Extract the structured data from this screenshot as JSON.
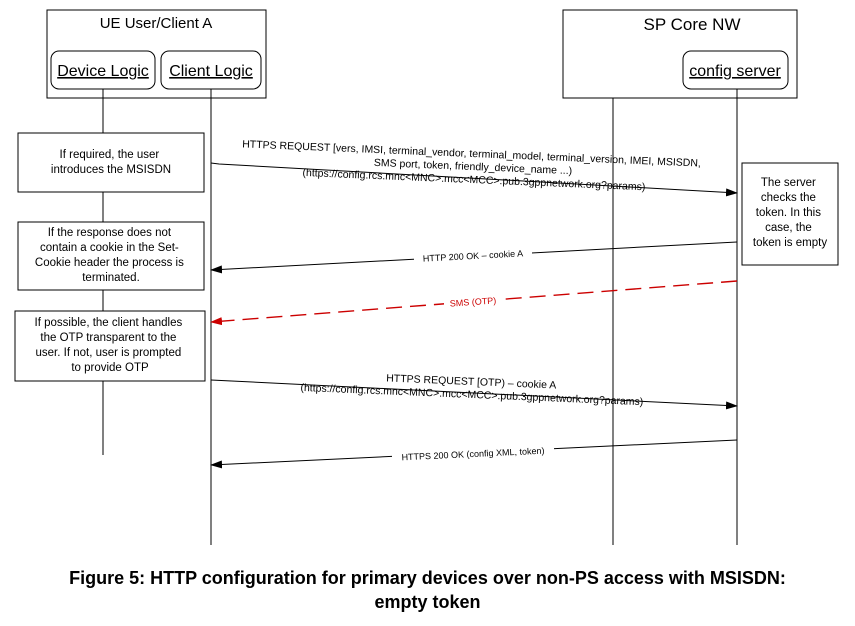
{
  "groups": {
    "ue": {
      "title": "UE User/Client A"
    },
    "core": {
      "title": "SP Core NW"
    }
  },
  "lifelines": {
    "device_logic": "Device Logic",
    "client_logic": "Client Logic",
    "config_server": "config server"
  },
  "notes": {
    "msisdn": [
      "If required, the user",
      "introduces the MSISDN"
    ],
    "cookie": [
      "If the response does not",
      "contain a cookie in the Set-",
      "Cookie header the process is",
      "terminated."
    ],
    "otp": [
      "If possible, the client handles",
      "the OTP transparent to the",
      "user. If not, user is prompted",
      "to provide OTP"
    ],
    "server": [
      "The server",
      "checks the",
      "token. In this",
      "case, the",
      "token is empty"
    ]
  },
  "messages": {
    "request1": [
      "HTTPS REQUEST [vers, IMSI, terminal_vendor, terminal_model, terminal_version, IMEI, MSISDN,",
      "SMS port, token, friendly_device_name ...)",
      "(https://config.rcs.mnc<MNC>.mcc<MCC>.pub.3gppnetwork.org?params)"
    ],
    "response1": "HTTP 200 OK – cookie A",
    "sms": "SMS (OTP)",
    "request2": [
      "HTTPS REQUEST [OTP) – cookie A",
      "(https://config.rcs.mnc<MNC>.mcc<MCC>.pub.3gppnetwork.org?params)"
    ],
    "response2": "HTTPS 200 OK (config XML, token)"
  },
  "caption": [
    "Figure 5: HTTP configuration for primary devices over non-PS access with MSISDN:",
    "empty token"
  ],
  "colors": {
    "line": "#000000",
    "sms": "#cc0000"
  }
}
